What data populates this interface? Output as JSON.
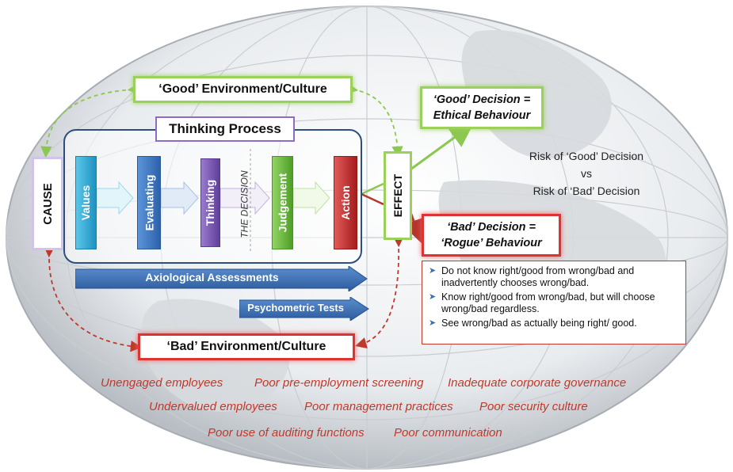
{
  "colors": {
    "values": "#2aa6cf",
    "evaluating": "#3b78c4",
    "thinking": "#7a56b5",
    "judgement": "#6fbe3c",
    "action": "#d12d2d",
    "good_border": "#9bd05a",
    "bad_border": "#d33333",
    "italic_red": "#c0392b",
    "arrow_blue": "#3b6fb5"
  },
  "environment": {
    "good": "‘Good’ Environment/Culture",
    "bad": "‘Bad’ Environment/Culture"
  },
  "thinking_process": {
    "title": "Thinking Process",
    "steps": [
      "Values",
      "Evaluating",
      "Thinking",
      "Judgement",
      "Action"
    ],
    "decision_label": "THE DECISION"
  },
  "cause_label": "CAUSE",
  "effect_label": "EFFECT",
  "good_decision": {
    "line1": "‘Good’ Decision =",
    "line2": "Ethical Behaviour"
  },
  "bad_decision": {
    "line1": "‘Bad’ Decision =",
    "line2": "‘Rogue’ Behaviour"
  },
  "risk": {
    "line1": "Risk of ‘Good’ Decision",
    "line2": "vs",
    "line3": "Risk of ‘Bad’ Decision"
  },
  "assessments": {
    "axiological": "Axiological Assessments",
    "psychometric": "Psychometric Tests"
  },
  "bad_bullets": [
    "Do not know right/good from wrong/bad and inadvertently chooses wrong/bad.",
    "Know right/good from wrong/bad, but will choose wrong/bad regardless.",
    "See wrong/bad as actually being right/ good."
  ],
  "factors": [
    "Unengaged employees",
    "Poor pre-employment screening",
    "Inadequate corporate governance",
    "Undervalued employees",
    "Poor management practices",
    "Poor security culture",
    "Poor use of auditing functions",
    "Poor communication"
  ]
}
